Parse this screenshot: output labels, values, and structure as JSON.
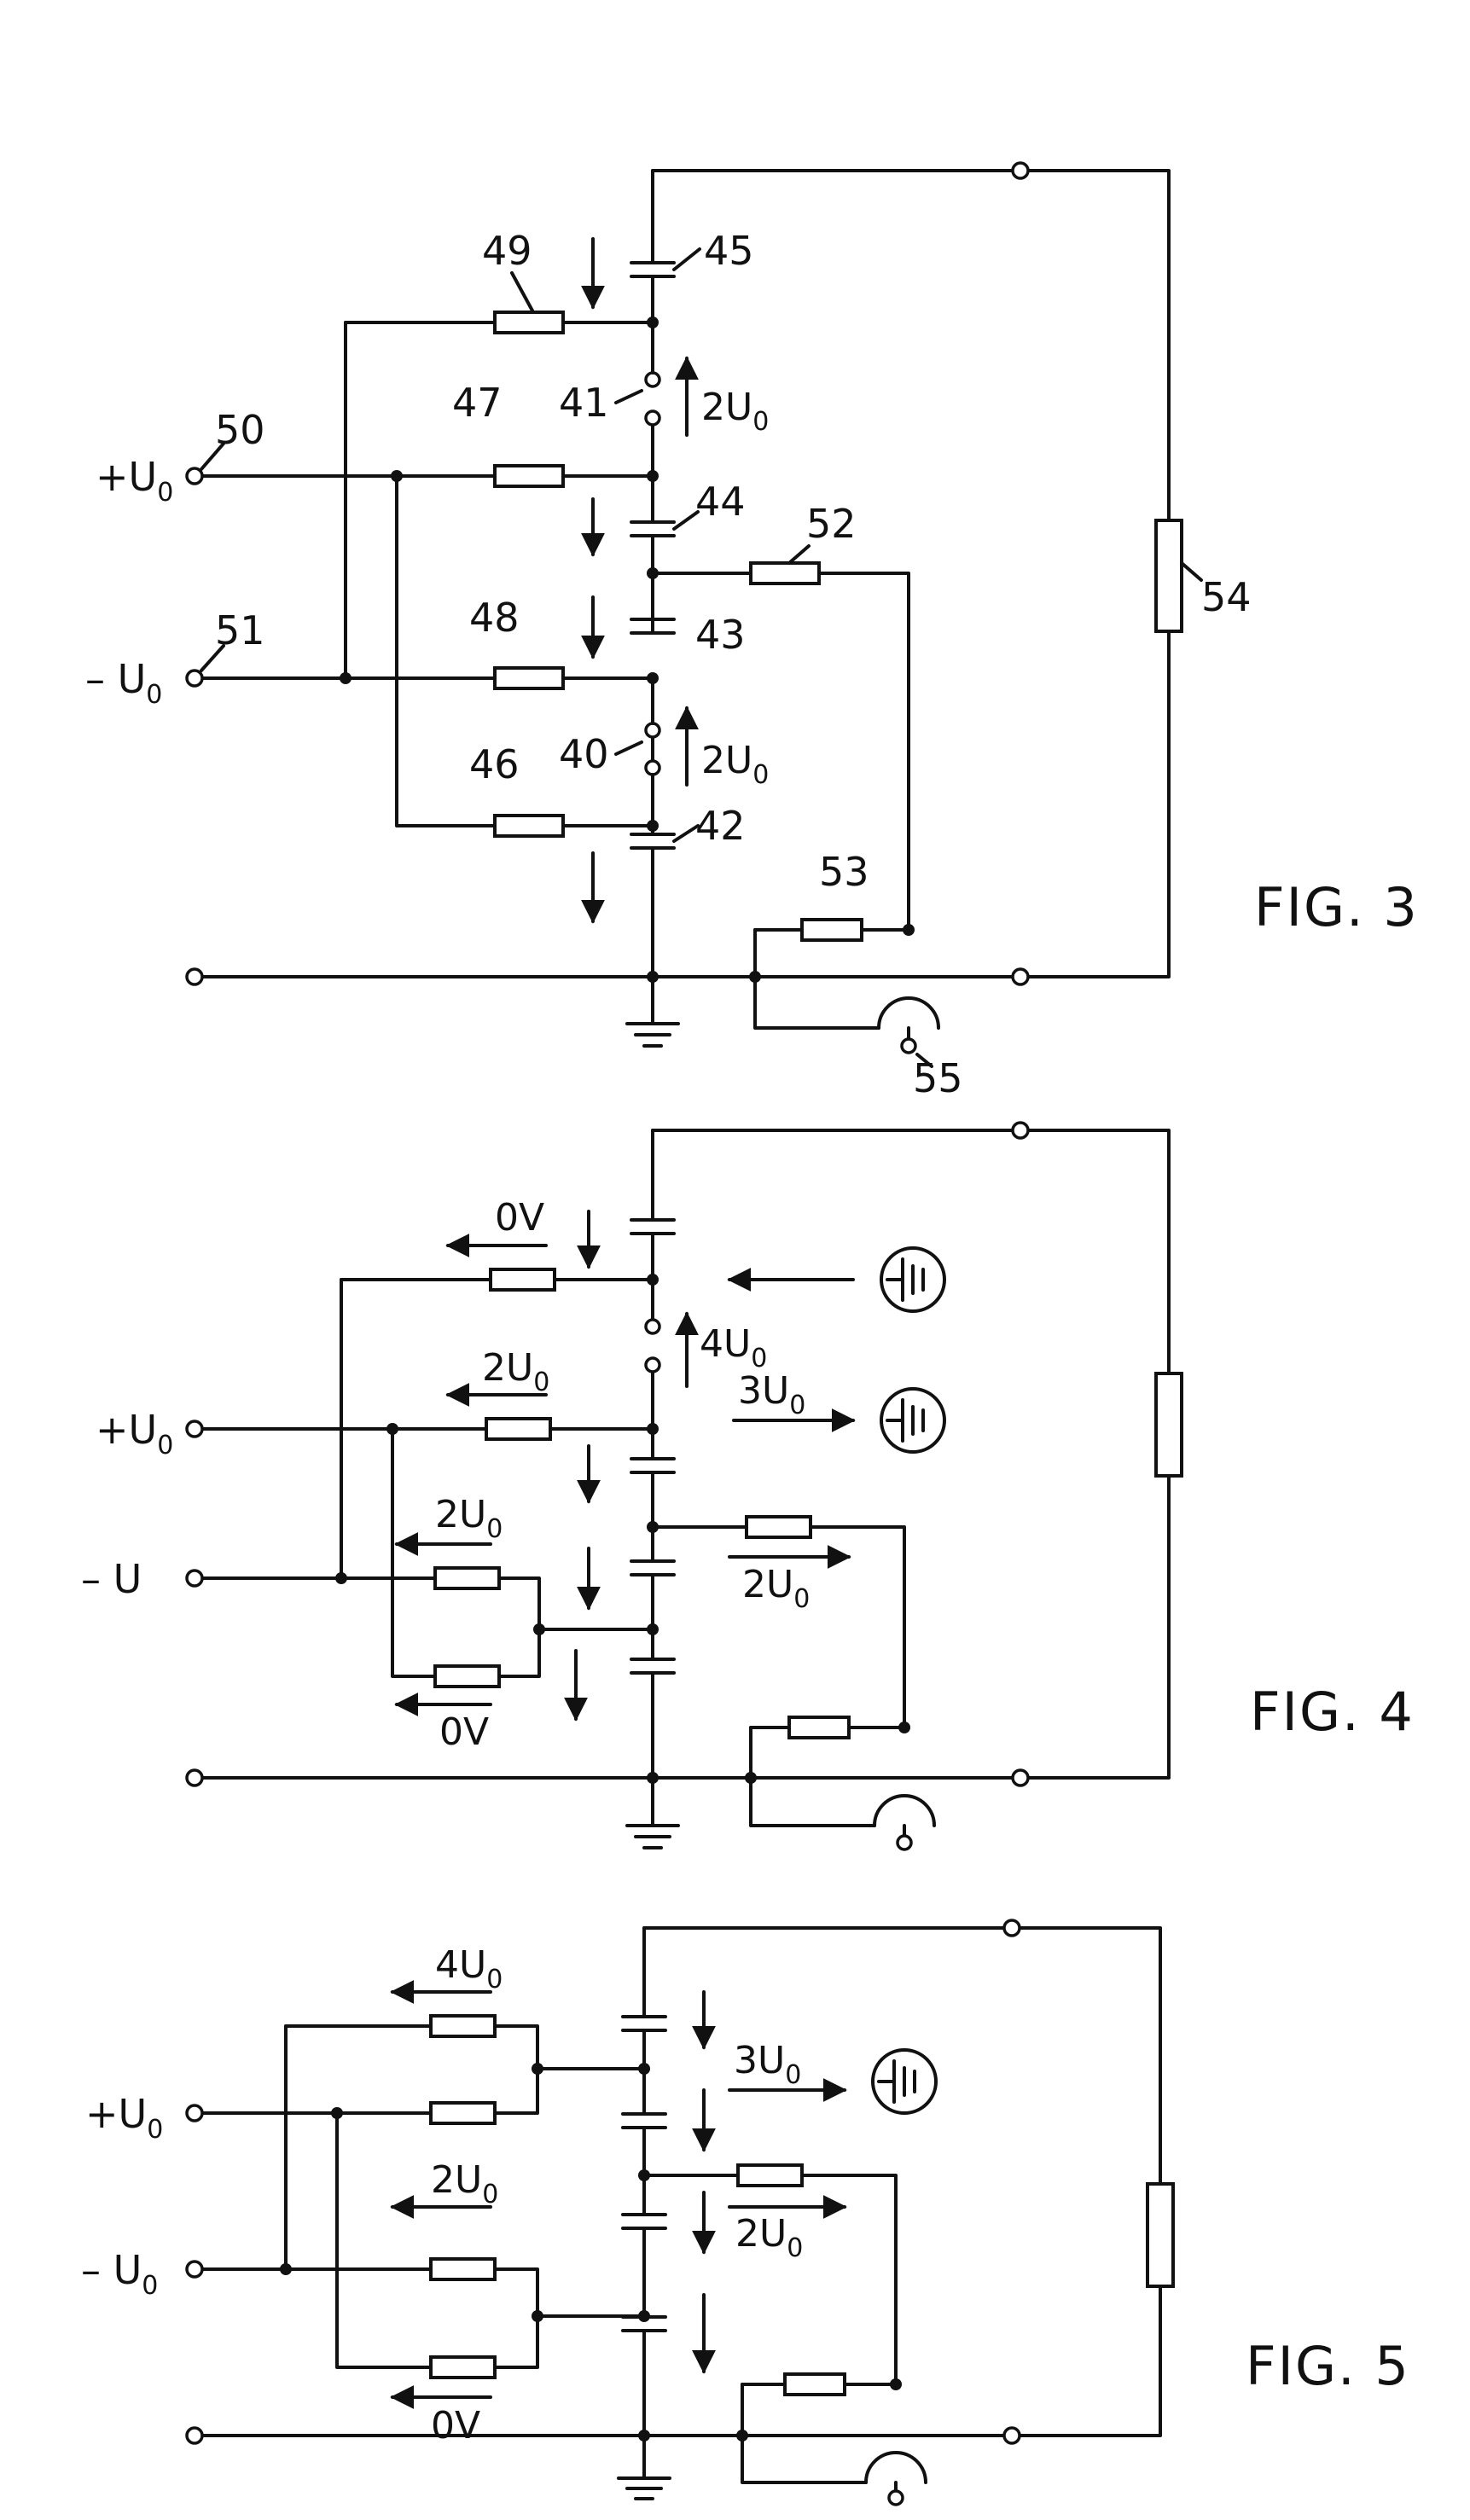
{
  "figure3": {
    "caption": "FIG. 3",
    "refs": {
      "r49": "49",
      "r45": "45",
      "r41": "41",
      "r50": "50",
      "r47": "47",
      "r44": "44",
      "r52": "52",
      "r54": "54",
      "r51": "51",
      "r48": "48",
      "r43": "43",
      "r40": "40",
      "r46": "46",
      "r42": "42",
      "r53": "53",
      "r55": "55"
    },
    "terminals": {
      "plus": {
        "sign": "+U",
        "sub": "0"
      },
      "minus": {
        "sign": "– U",
        "sub": "0"
      }
    },
    "voltages": {
      "upper_switch": {
        "main": "2U",
        "sub": "0"
      },
      "lower_switch": {
        "main": "2U",
        "sub": "0"
      }
    }
  },
  "figure4": {
    "caption": "FIG. 4",
    "terminals": {
      "plus": {
        "sign": "+U",
        "sub": "0"
      },
      "minus": {
        "sign": "– U",
        "sub": ""
      }
    },
    "voltages": {
      "top_resistor": {
        "main": "0V",
        "sub": ""
      },
      "plus_resistor": {
        "main": "2U",
        "sub": "0"
      },
      "minus_resistor": {
        "main": "2U",
        "sub": "0"
      },
      "bottom_resistor": {
        "main": "0V",
        "sub": ""
      },
      "switch": {
        "main": "4U",
        "sub": "0"
      },
      "source_arrow": {
        "main": "3U",
        "sub": "0"
      },
      "right_resistor": {
        "main": "2U",
        "sub": "0"
      }
    }
  },
  "figure5": {
    "caption": "FIG. 5",
    "terminals": {
      "plus": {
        "sign": "+U",
        "sub": "0"
      },
      "minus": {
        "sign": "– U",
        "sub": "0"
      }
    },
    "voltages": {
      "top_resistor": {
        "main": "4U",
        "sub": "0"
      },
      "mid_resistor": {
        "main": "2U",
        "sub": "0"
      },
      "bottom_resistor": {
        "main": "0V",
        "sub": ""
      },
      "source_arrow": {
        "main": "3U",
        "sub": "0"
      },
      "right_resistor": {
        "main": "2U",
        "sub": "0"
      }
    }
  }
}
